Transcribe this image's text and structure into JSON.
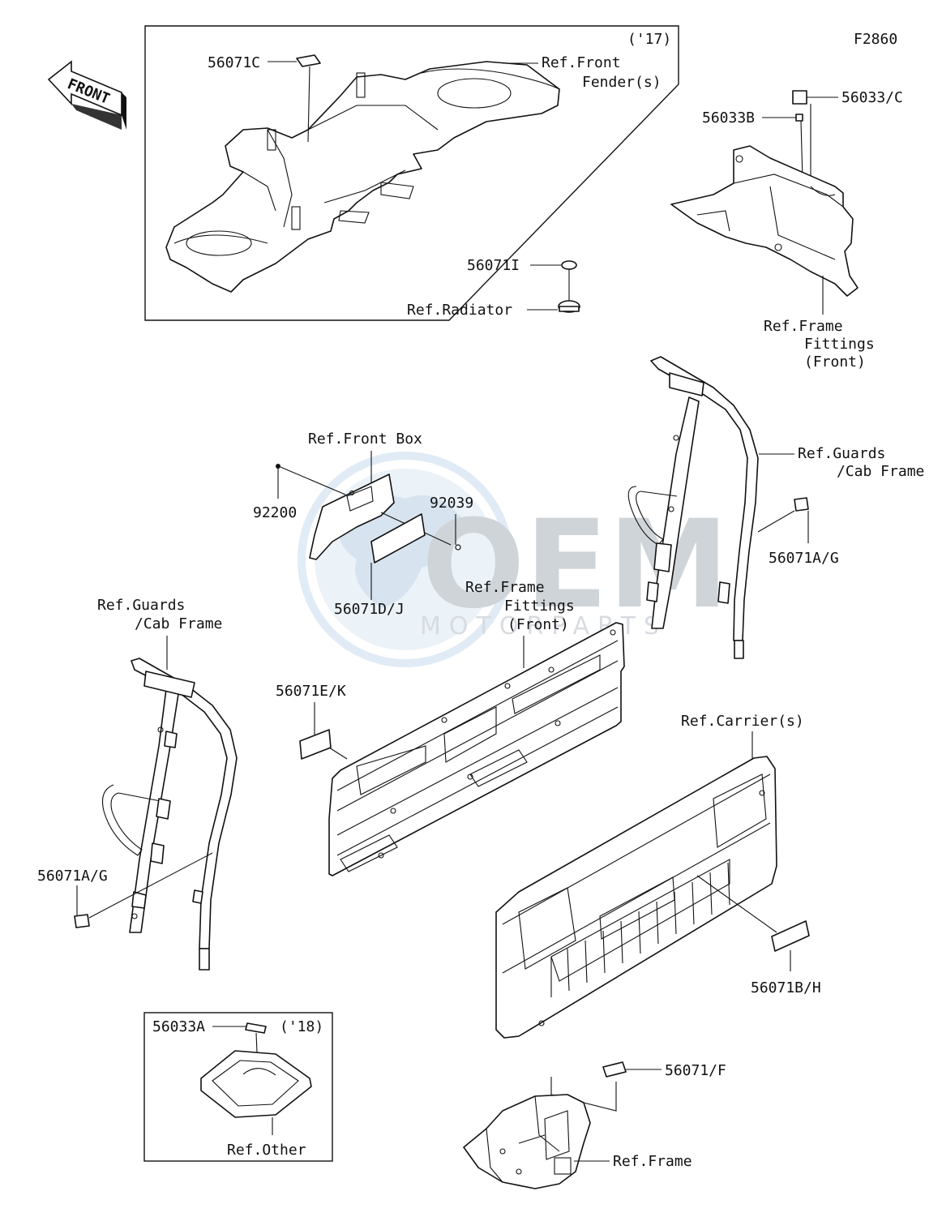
{
  "diagram": {
    "code": "F2860",
    "front_arrow": "FRONT",
    "watermark": {
      "brand": "OEM",
      "sub": "MOTORPARTS"
    },
    "year_tags": {
      "top": "('17)",
      "bottom": "('18)"
    },
    "labels": {
      "p56071C": "56071C",
      "ref_front_fender_1": "Ref.Front",
      "ref_front_fender_2": "Fender(s)",
      "p56033C": "56033/C",
      "p56033B": "56033B",
      "p56071I": "56071I",
      "ref_radiator": "Ref.Radiator",
      "ref_frame_fit_tr_1": "Ref.Frame",
      "ref_frame_fit_tr_2": "Fittings",
      "ref_frame_fit_tr_3": "(Front)",
      "ref_front_box": "Ref.Front Box",
      "p92200": "92200",
      "p92039": "92039",
      "p56071DJ": "56071D/J",
      "ref_guards_r_1": "Ref.Guards",
      "ref_guards_r_2": "/Cab Frame",
      "p56071AG_r": "56071A/G",
      "ref_guards_l_1": "Ref.Guards",
      "ref_guards_l_2": "/Cab Frame",
      "ref_frame_fit_c_1": "Ref.Frame",
      "ref_frame_fit_c_2": "Fittings",
      "ref_frame_fit_c_3": "(Front)",
      "p56071EK": "56071E/K",
      "ref_carrier": "Ref.Carrier(s)",
      "p56071AG_l": "56071A/G",
      "p56071BH": "56071B/H",
      "p56033A": "56033A",
      "ref_other": "Ref.Other",
      "p56071F": "56071/F",
      "ref_frame": "Ref.Frame"
    }
  }
}
